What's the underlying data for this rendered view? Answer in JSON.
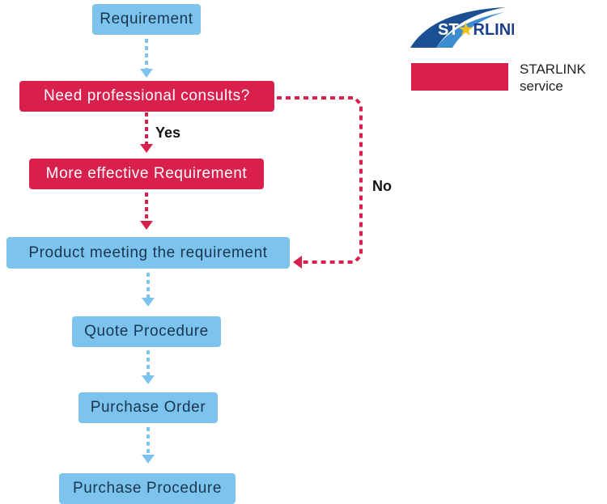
{
  "nodes": {
    "requirement": "Requirement",
    "need_consults": "Need professional consults?",
    "more_effective": "More effective Requirement",
    "product_meeting": "Product meeting the requirement",
    "quote_procedure": "Quote Procedure",
    "purchase_order": "Purchase Order",
    "purchase_procedure": "Purchase Procedure"
  },
  "edge_labels": {
    "yes": "Yes",
    "no": "No"
  },
  "legend": {
    "text": "STARLINK\nservice",
    "color": "#d9204d"
  },
  "logo": {
    "prefix": "ST",
    "star": "★",
    "suffix": "RLINK"
  },
  "colors": {
    "service_red": "#d9204d",
    "step_blue": "#7cc4ee",
    "arrow_blue": "#7cc4ee",
    "arrow_red": "#d9204d"
  }
}
